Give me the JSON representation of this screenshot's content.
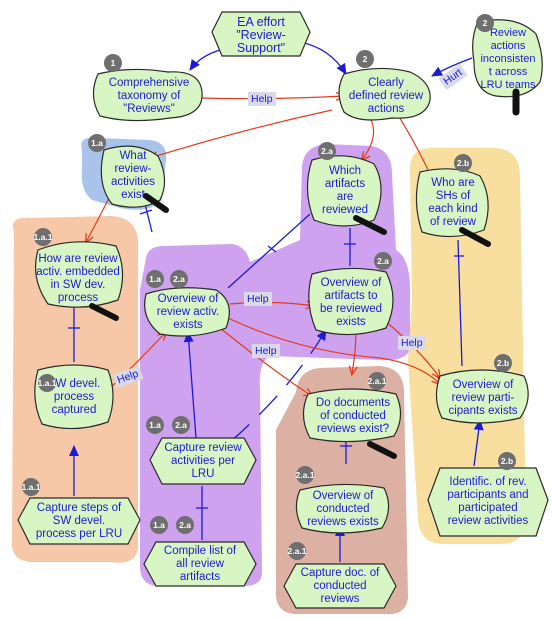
{
  "colors": {
    "node_fill": "#d8f5c4",
    "node_stroke": "#2a2a2a",
    "goal_fill": "#d8f5c4",
    "text": "#1b1bd6",
    "help_arrow": "#e23c1c",
    "contribution_arrow": "#1b1bd6",
    "label_bg": "#d9d9ea",
    "badge": "#6f6f6f",
    "region_orange": "#f6c8a8",
    "region_purple": "#cfa2ef",
    "region_yellow": "#f8dfa0",
    "region_blue": "#a9c4ea",
    "region_red": "#ddb0a4"
  },
  "goal": {
    "text": "EA effort\n\"Review-\nSupport\""
  },
  "nodes": {
    "n1": {
      "badge": "1",
      "text": "Comprehensive\ntaxonomy of\n\"Reviews\""
    },
    "n2": {
      "badge": "2",
      "text": "Clearly\ndefined review\nactions"
    },
    "n2top": {
      "badge": "2",
      "text": "Review\nactions\ninconsisten\nt across\nLRU teams"
    },
    "n1a": {
      "badge": "1.a",
      "text": "What\nreview-\nactivities\nexist"
    },
    "n2a": {
      "badge": "2.a",
      "text": "Which\nartifacts\nare\nreviewed"
    },
    "n2b": {
      "badge": "2.b",
      "text": "Who are\nSHs of\neach kind\nof review"
    },
    "n1a1": {
      "badge": "1.a.1",
      "text": "How are review\nactiv. embedded\nin SW dev.\nprocess"
    },
    "nOverview": {
      "badge1": "1.a",
      "badge2": "2.a",
      "text": "Overview of\nreview activ.\nexists"
    },
    "nArtifacts": {
      "badge": "2.a",
      "text": "Overview of\nartifacts to\nbe reviewed\nexists"
    },
    "nSWdevel": {
      "badge": "1.a.1",
      "text": "SW devel.\nprocess\ncaptured"
    },
    "nDocs": {
      "badge": "2.a.1",
      "text": "Do documents\nof conducted\nreviews exist?"
    },
    "nParticipants": {
      "badge": "2.b",
      "text": "Overview of\nreview parti-\ncipants exists"
    },
    "nCapture": {
      "badge1": "1.a",
      "badge2": "2.a",
      "text": "Capture review\nactivities per\nLRU"
    },
    "nConducted": {
      "badge": "2.a.1",
      "text": "Overview of\nconducted\nreviews exists"
    },
    "nSteps": {
      "badge": "1.a.1",
      "text": "Capture steps of\nSW devel.\nprocess per LRU"
    },
    "nCompile": {
      "badge1": "1.a",
      "badge2": "2.a",
      "text": "Compile list of\nall review\nartifacts"
    },
    "nIdentific": {
      "badge": "2.b",
      "text": "Identific. of rev.\nparticipants and\nparticipated\nreview activities"
    },
    "nCaptureDoc": {
      "badge": "2.a.1",
      "text": "Capture doc. of\nconducted\nreviews"
    }
  },
  "edge_labels": {
    "help1": "Help",
    "hurt": "Hurt",
    "help2": "Help",
    "help3": "Help",
    "help4": "Help",
    "help5": "Help"
  }
}
